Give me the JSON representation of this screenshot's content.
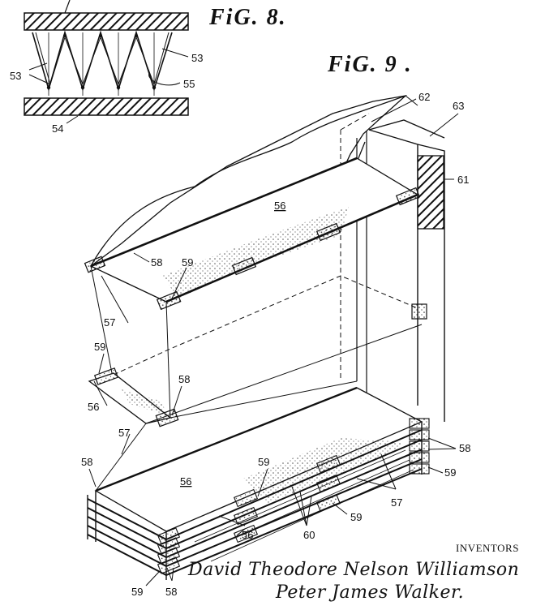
{
  "figures": {
    "fig8_label": "FiG. 8.",
    "fig9_label": "FiG. 9 ."
  },
  "fig8_refs": {
    "r53_left": "53",
    "r53_right": "53",
    "r55": "55",
    "r54": "54"
  },
  "fig9_refs": {
    "r62": "62",
    "r63": "63",
    "r61": "61",
    "r56_top": "56",
    "r58_top": "58",
    "r59_top": "59",
    "r57_mid": "57",
    "r59_mid": "59",
    "r58_mid": "58",
    "r56_mid": "56",
    "r57_low": "57",
    "r58_left": "58",
    "r59_low": "59",
    "r56_low": "56",
    "r58_right": "58",
    "r59_right": "59",
    "r57_right": "57",
    "r59_bottom_right": "59",
    "r56_bottom": "56",
    "r60": "60",
    "r59_bottom_left": "59",
    "r58_bottom": "58"
  },
  "inventors": {
    "heading": "INVENTORS",
    "name_1": "David Theodore Nelson Williamson",
    "name_2": "Peter James Walker."
  }
}
